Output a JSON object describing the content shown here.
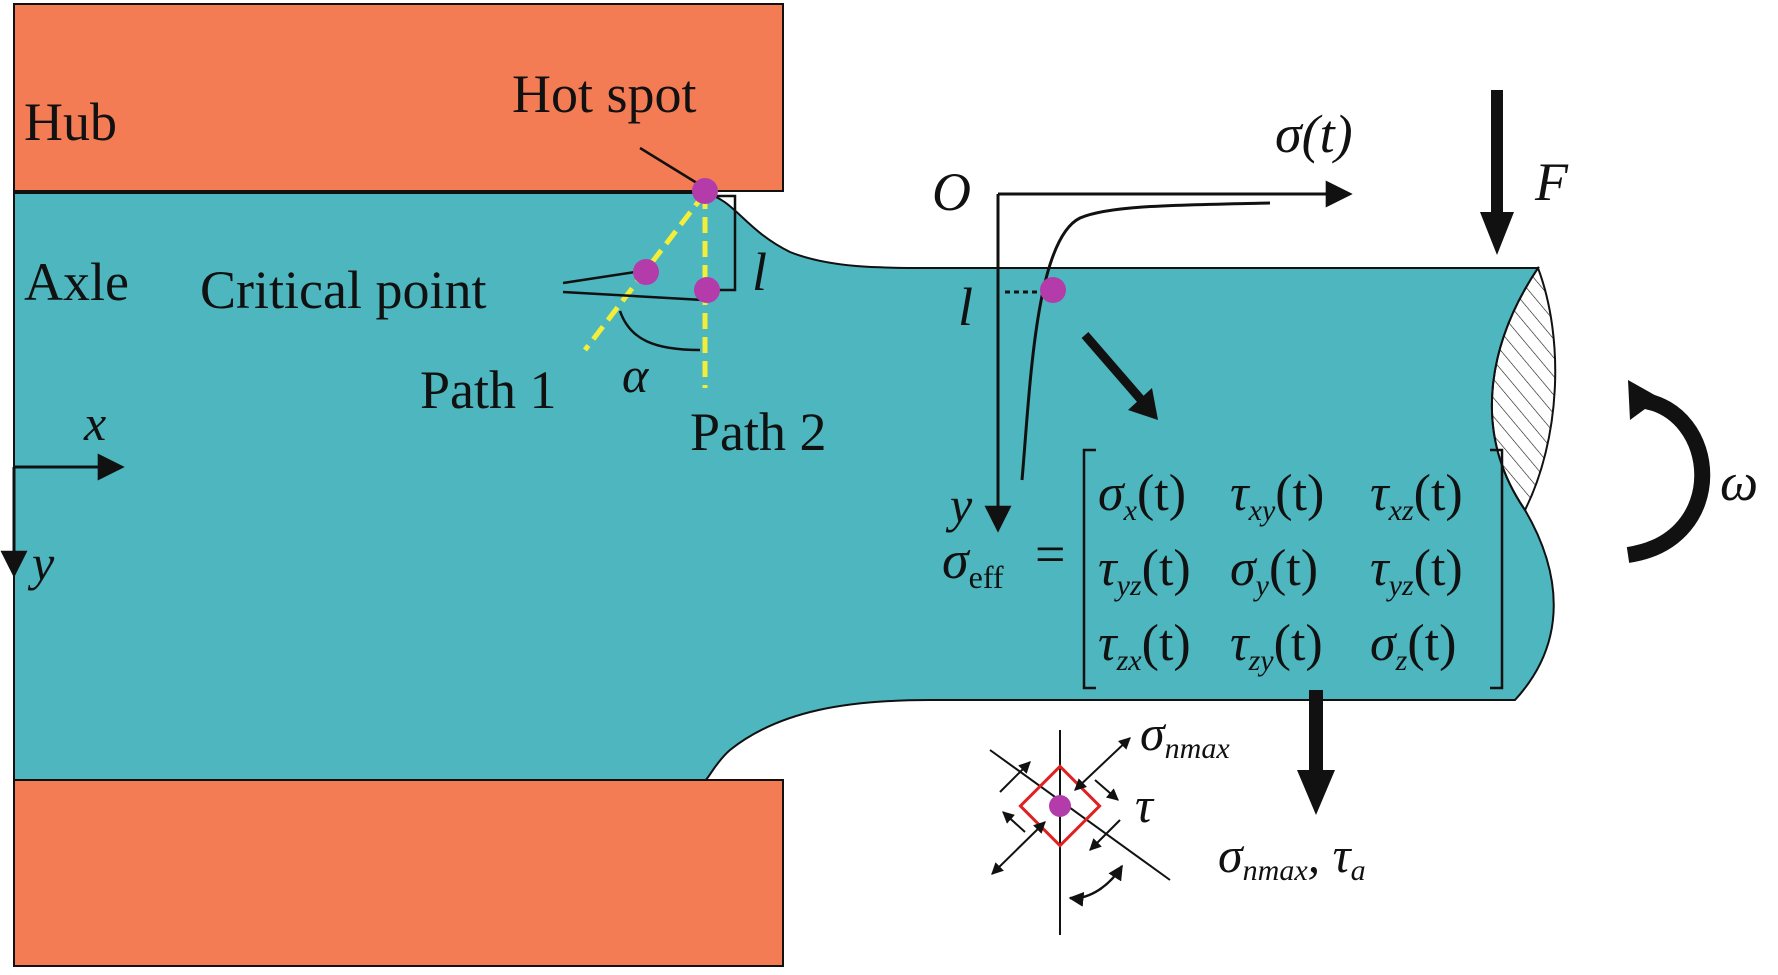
{
  "labels": {
    "hub": "Hub",
    "axle": "Axle",
    "hot_spot": "Hot spot",
    "critical_point": "Critical point",
    "path1": "Path 1",
    "path2": "Path 2",
    "alpha": "α",
    "l_depth": "l",
    "axis_x": "x",
    "axis_y": "y",
    "origin": "O",
    "l_axis": "l",
    "y_axis2": "y",
    "sigma_t": "σ(t)",
    "force": "F",
    "omega": "ω",
    "sigma_nmax_stress": "σ",
    "sigma_nmax_stress_sub": "nmax",
    "tau": "τ",
    "bottom_result_sigma": "σ",
    "bottom_result_sigma_sub": "nmax",
    "bottom_result_sep": ", τ",
    "bottom_result_tau_sub": "a"
  },
  "equation": {
    "lhs": "σ",
    "lhs_sub": "eff",
    "equals": "=",
    "matrix": [
      [
        {
          "s": "σ",
          "sub": "x",
          "arg": "(t)"
        },
        {
          "s": "τ",
          "sub": "xy",
          "arg": "(t)"
        },
        {
          "s": "τ",
          "sub": "xz",
          "arg": "(t)"
        }
      ],
      [
        {
          "s": "τ",
          "sub": "yz",
          "arg": "(t)"
        },
        {
          "s": "σ",
          "sub": "y",
          "arg": "(t)"
        },
        {
          "s": "τ",
          "sub": "yz",
          "arg": "(t)"
        }
      ],
      [
        {
          "s": "τ",
          "sub": "zx",
          "arg": "(t)"
        },
        {
          "s": "τ",
          "sub": "zy",
          "arg": "(t)"
        },
        {
          "s": "σ",
          "sub": "z",
          "arg": "(t)"
        }
      ]
    ]
  },
  "colors": {
    "hub": "#F47C54",
    "axle": "#4DB6BE",
    "point": "#B43CAA",
    "path": "#F2EE3A",
    "element": "#E02020",
    "ink": "#111111"
  }
}
